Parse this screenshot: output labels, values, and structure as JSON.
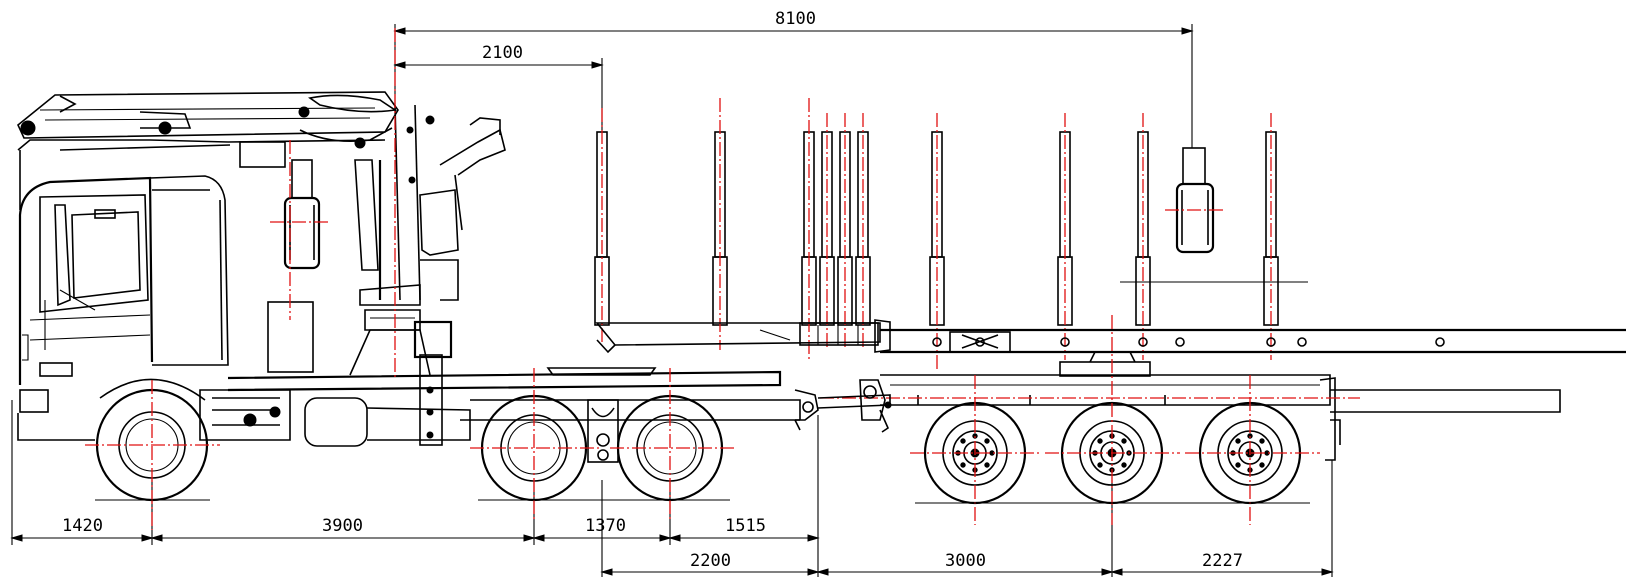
{
  "drawing": {
    "ink_color": "#000000",
    "centerline_color": "#e01010"
  },
  "dimensions": {
    "top": [
      {
        "id": "overall-crane-to-rear",
        "label": "8100"
      },
      {
        "id": "crane-to-first-stake",
        "label": "2100"
      }
    ],
    "bottom": [
      {
        "id": "front-overhang",
        "label": "1420"
      },
      {
        "id": "wheelbase",
        "label": "3900"
      },
      {
        "id": "bogie-spacing",
        "label": "1370"
      },
      {
        "id": "rear-overhang",
        "label": "1515"
      }
    ],
    "lower": [
      {
        "id": "drawbar-length",
        "label": "2200"
      },
      {
        "id": "trailer-axle-to-axle",
        "label": "3000"
      },
      {
        "id": "trailer-rear",
        "label": "2227"
      }
    ]
  }
}
